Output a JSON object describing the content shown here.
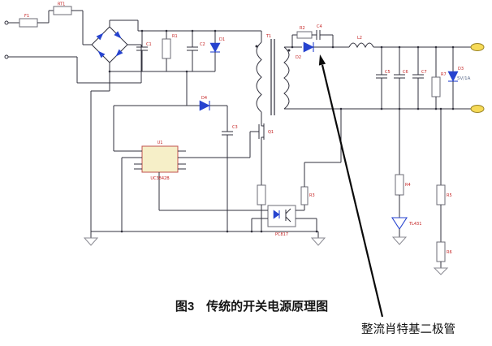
{
  "figure": {
    "caption": "图3　传统的开关电源原理图",
    "annotation": "整流肖特基二极管"
  },
  "refs": {
    "f1": "F1",
    "rt1": "RT1",
    "c1": "C1",
    "r1": "R1",
    "c2": "C2",
    "d1": "D1",
    "t1": "T1",
    "r2": "R2",
    "c4": "C4",
    "d2": "D2",
    "l2": "L2",
    "c5": "C5",
    "c6": "C6",
    "c7": "C7",
    "r7": "R7",
    "d3": "D3",
    "rating": "5V/1A",
    "u1": "U1",
    "ic": "UC3842B",
    "opto": "PC817",
    "r3": "R3",
    "r4": "R4",
    "r5": "R5",
    "r6": "R6",
    "u3": "TL431",
    "d4": "D4",
    "c3": "C3",
    "q1": "Q1"
  },
  "colors": {
    "wire": "#30303c",
    "diode_blue": "#2643cf",
    "label_red": "#c42222",
    "terminal_yellow": "#f6da57",
    "ic_fill": "#f6efc8"
  }
}
